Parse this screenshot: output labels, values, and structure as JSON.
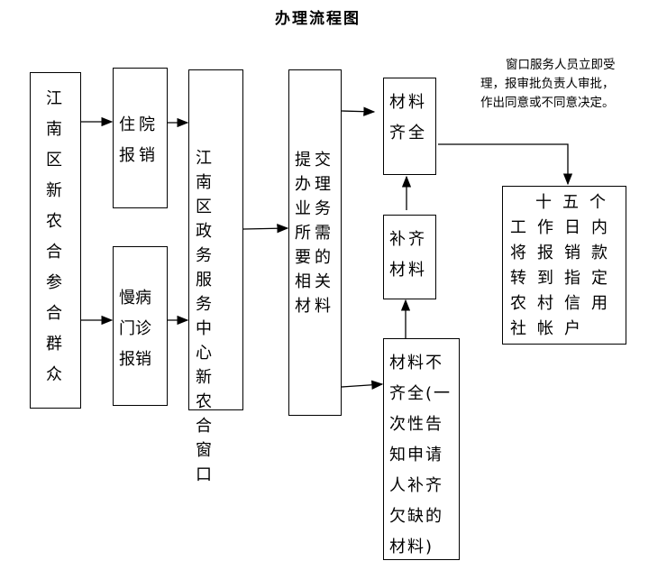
{
  "title": "办理流程图",
  "boxes": {
    "applicant": "江南区新农合参合群众",
    "inpatient": "住院报销",
    "chronic": "慢病门诊报销",
    "window": "江南区政务服务中心新农合窗口",
    "submit": "提交办理业务所需要的相关材料",
    "complete": "材料齐全",
    "supplement": "补齐材料",
    "incomplete": "材料不齐全(一次性告知申请人补齐欠缺的材料)",
    "result": "十五个工作日内将报销款转到指定农村信用社帐户"
  },
  "note": "窗口服务人员立即受理，报审批负责人审批，作出同意或不同意决定。"
}
